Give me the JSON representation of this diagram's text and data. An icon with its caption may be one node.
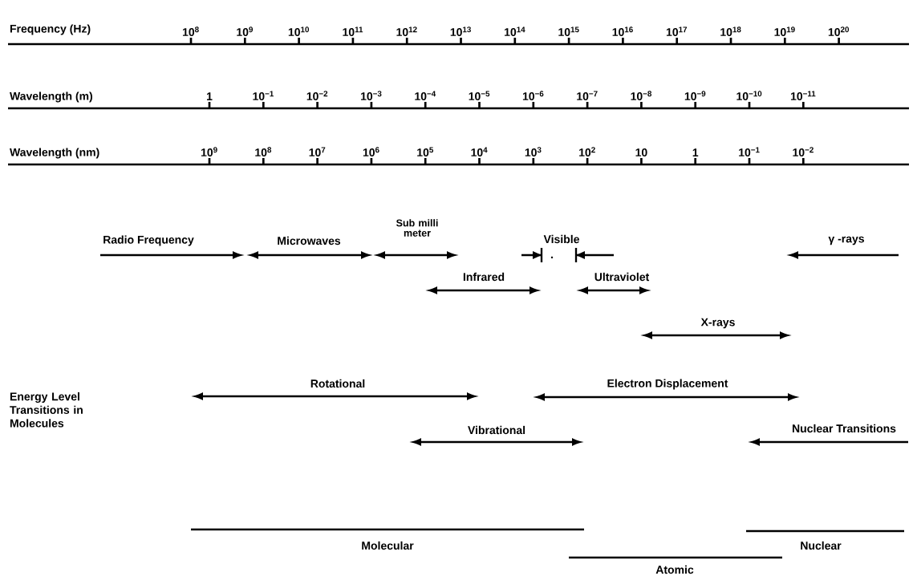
{
  "diagram": {
    "labels": [
      "Frequency (Hz)",
      "10$^{8}$",
      "10$^{9}$",
      "10$^{10}$",
      "10$^{11}$",
      "10$^{12}$",
      "10$^{13}$",
      "10$^{14}$",
      "10$^{15}$",
      "10$^{16}$",
      "10$^{17}$",
      "10$^{18}$",
      "10$^{19}$",
      "10$^{20}$",
      "Wavelength (m)",
      "1",
      "10$^{−1}$",
      "10$^{−2}$",
      "10$^{−3}$",
      "10$^{−4}$",
      "10$^{−5}$",
      "10$^{−6}$",
      "10$^{−7}$",
      "10$^{−8}$",
      "10$^{−9}$",
      "10$^{−10}$",
      "10$^{−11}$",
      "Wavelength (nm)",
      "10$^{9}$",
      "10$^{8}$",
      "10$^{7}$",
      "10$^{6}$",
      "10$^{5}$",
      "10$^{4}$",
      "10$^{3}$",
      "10$^{2}$",
      "10",
      "1",
      "10$^{−1}$",
      "10$^{−2}$",
      "Sub milli meter",
      "Radio Frequency",
      "Microwaves",
      "Visible",
      "γ -rays",
      "Infrared",
      "Ultraviolet",
      "X-rays",
      "Rotational",
      "Electron Displacement",
      "Energy Level Transitions in Molecules",
      "Vibrational",
      "Nuclear Transitions",
      "Molecular",
      "Nuclear",
      "Atomic"
    ]
  }
}
